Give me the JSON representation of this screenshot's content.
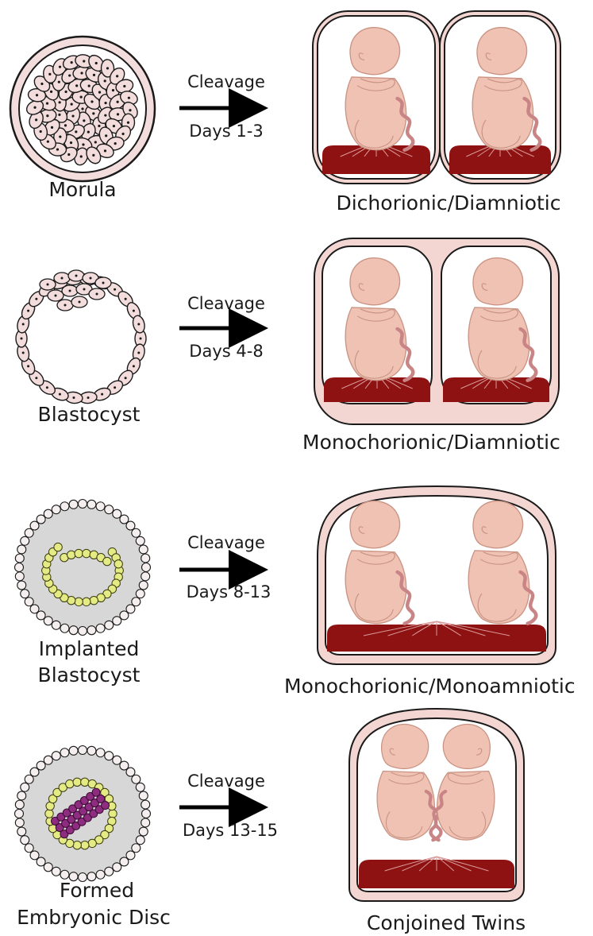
{
  "rows": [
    {
      "stage_lines": [
        "Morula"
      ],
      "arrow_top": "Cleavage",
      "arrow_bottom": "Days 1-3",
      "outcome": "Dichorionic/Diamniotic"
    },
    {
      "stage_lines": [
        "Blastocyst"
      ],
      "arrow_top": "Cleavage",
      "arrow_bottom": "Days 4-8",
      "outcome": "Monochorionic/Diamniotic"
    },
    {
      "stage_lines": [
        "Implanted",
        "Blastocyst"
      ],
      "arrow_top": "Cleavage",
      "arrow_bottom": "Days 8-13",
      "outcome": "Monochorionic/Monoamniotic"
    },
    {
      "stage_lines": [
        "Formed",
        "Embryonic Disc"
      ],
      "arrow_top": "Cleavage",
      "arrow_bottom": "Days 13-15",
      "outcome": "Conjoined Twins"
    }
  ],
  "colors": {
    "cell_fill": "#f2dcdc",
    "outline": "#1a1a1a",
    "yellow_cell": "#e4ea84",
    "purple_cell": "#8e2c7f",
    "gray_fill": "#d7d7d7",
    "fetus": "#f0c2b4",
    "fetus_line": "#c99484",
    "placenta": "#8e1212",
    "membrane": "#f3d6d2",
    "cord": "#c98585"
  }
}
